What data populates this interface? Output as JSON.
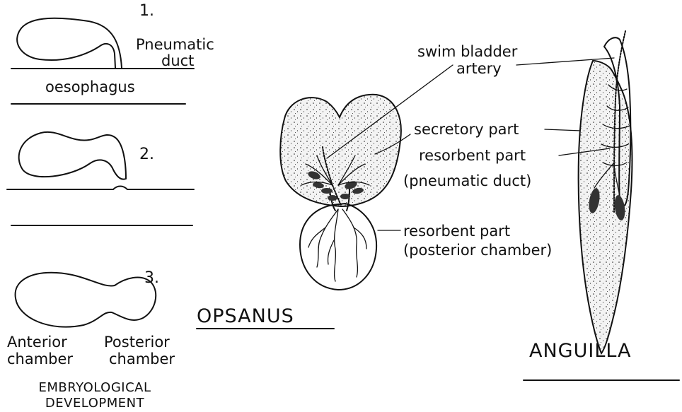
{
  "embryology": {
    "stage1_num": "1.",
    "stage2_num": "2.",
    "stage3_num": "3.",
    "pneumatic_line1": "Pneumatic",
    "pneumatic_line2": "duct",
    "oesophagus": "oesophagus",
    "anterior_line1": "Anterior",
    "anterior_line2": "chamber",
    "posterior_line1": "Posterior",
    "posterior_line2": "chamber",
    "caption_line1": "EMBRYOLOGICAL",
    "caption_line2": "DEVELOPMENT"
  },
  "opsanus": {
    "title": "OPSANUS",
    "label_secretory_part": "secretory part",
    "label_resorbent_posterior_line1": "resorbent part",
    "label_resorbent_posterior_line2": "(posterior chamber)"
  },
  "shared": {
    "swim_bladder_line1": "swim bladder",
    "swim_bladder_line2": "artery"
  },
  "anguilla": {
    "title": "ANGUILLA",
    "label_resorbent_duct_line1": "resorbent part",
    "label_resorbent_duct_line2": "(pneumatic duct)"
  }
}
